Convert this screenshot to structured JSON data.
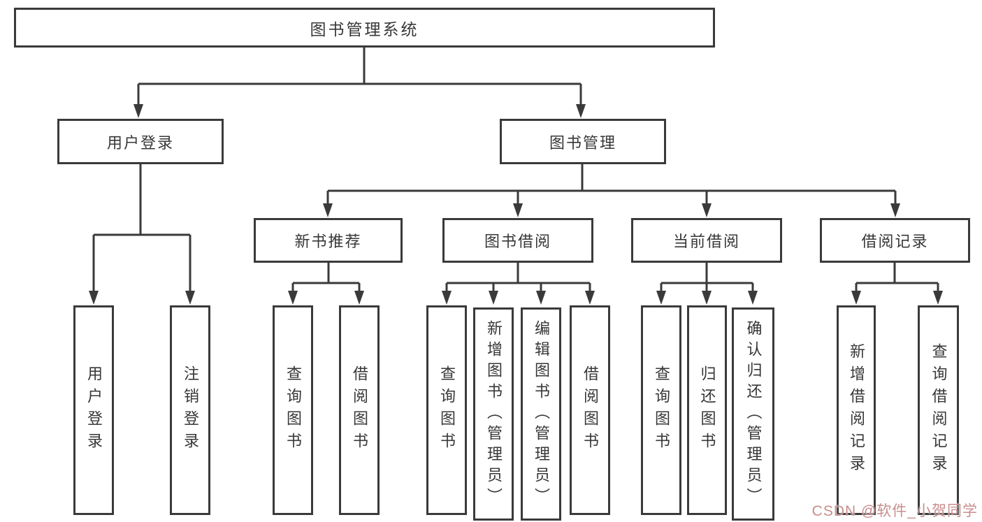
{
  "colors": {
    "line": "#3a3a3a",
    "text": "#373737",
    "watermark": "#c98d8d",
    "bg": "#ffffff"
  },
  "watermark": {
    "text": "CSDN @软件_小贺同学"
  },
  "tree": {
    "label": "图书管理系统",
    "children": [
      {
        "label": "用户登录",
        "children": [
          {
            "label": "用户登录"
          },
          {
            "label": "注销登录"
          }
        ]
      },
      {
        "label": "图书管理",
        "children": [
          {
            "label": "新书推荐",
            "children": [
              {
                "label": "查询图书"
              },
              {
                "label": "借阅图书"
              }
            ]
          },
          {
            "label": "图书借阅",
            "children": [
              {
                "label": "查询图书"
              },
              {
                "label": "新增图书（管理员）"
              },
              {
                "label": "编辑图书（管理员）"
              },
              {
                "label": "借阅图书"
              }
            ]
          },
          {
            "label": "当前借阅",
            "children": [
              {
                "label": "查询图书"
              },
              {
                "label": "归还图书"
              },
              {
                "label": "确认归还（管理员）"
              }
            ]
          },
          {
            "label": "借阅记录",
            "children": [
              {
                "label": "新增借阅记录"
              },
              {
                "label": "查询借阅记录"
              }
            ]
          }
        ]
      }
    ]
  }
}
